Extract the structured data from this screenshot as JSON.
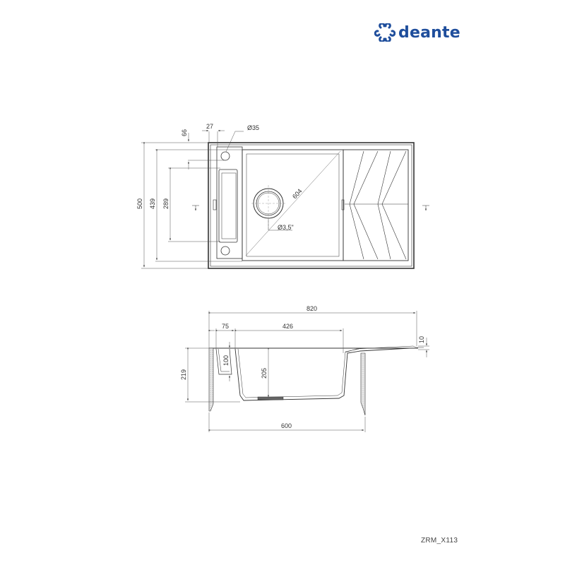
{
  "brand": {
    "name": "deante",
    "color": "#1f4e9c",
    "logo_icon": "deante-logo-icon"
  },
  "drawing_code": "ZRM_X113",
  "top_view": {
    "dimensions": {
      "hole_offset_x": "27",
      "hole_offset_y": "66",
      "tap_hole_diameter": "Ø35",
      "total_depth": "500",
      "bowl_depth": "439",
      "drainer_channel_length": "289",
      "bowl_diagonal": "604",
      "drain_diameter": "Ø3,5\""
    }
  },
  "side_view": {
    "dimensions": {
      "total_width": "820",
      "rim_offset": "75",
      "bowl_width": "426",
      "drainer_thickness": "10",
      "total_height": "219",
      "channel_depth": "100",
      "bowl_height": "205",
      "cabinet_width": "600"
    }
  },
  "colors": {
    "line": "#333333",
    "dim_line": "#555555",
    "hatch": "#bbbbbb",
    "brand": "#1f4e9c"
  }
}
